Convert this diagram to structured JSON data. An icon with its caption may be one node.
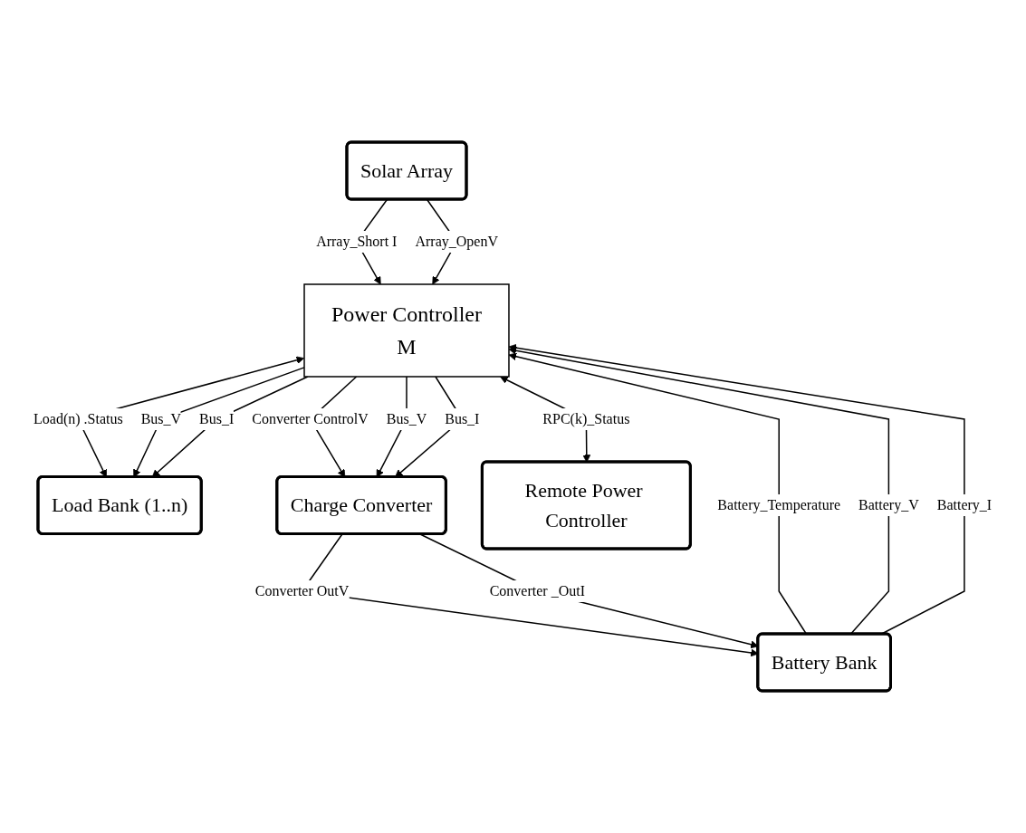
{
  "diagram": {
    "nodes": [
      {
        "text": [
          "Solar Array"
        ]
      },
      {
        "text": [
          "Load Bank (1..n)"
        ]
      },
      {
        "text": [
          "Power Controller",
          "M"
        ]
      },
      {
        "text": [
          "Battery Bank"
        ]
      },
      {
        "text": [
          "Charge Converter"
        ]
      },
      {
        "text": [
          "Remote Power Controller"
        ]
      }
    ],
    "edges": [
      {
        "from": 0,
        "to": 2,
        "arrow": "to",
        "label": "Array_Short I"
      },
      {
        "from": 0,
        "to": 2,
        "arrow": "to",
        "label": "Array_OpenV"
      },
      {
        "from": 2,
        "to": 1,
        "arrow": "both",
        "label": "Load(n) .Status"
      },
      {
        "from": 2,
        "to": 1,
        "arrow": "to",
        "label": "Bus_V"
      },
      {
        "from": 2,
        "to": 1,
        "arrow": "to",
        "label": "Bus_I"
      },
      {
        "from": 3,
        "to": 2,
        "arrow": "to",
        "label": "Battery_Temperature"
      },
      {
        "from": 3,
        "to": 2,
        "arrow": "to",
        "label": "Battery_V"
      },
      {
        "from": 3,
        "to": 2,
        "arrow": "to",
        "label": "Battery_I"
      },
      {
        "from": 2,
        "to": 5,
        "arrow": "both",
        "label": "RPC(k)_Status"
      },
      {
        "from": 2,
        "to": 4,
        "arrow": "to",
        "label": "Converter ControlV"
      },
      {
        "from": 2,
        "to": 4,
        "arrow": "to",
        "label": "Bus_V"
      },
      {
        "from": 2,
        "to": 4,
        "arrow": "to",
        "label": "Bus_I"
      },
      {
        "from": 4,
        "to": 3,
        "arrow": "to",
        "label": "Converter OutV"
      },
      {
        "from": 4,
        "to": 3,
        "arrow": "to",
        "label": "Converter _OutI"
      }
    ]
  }
}
